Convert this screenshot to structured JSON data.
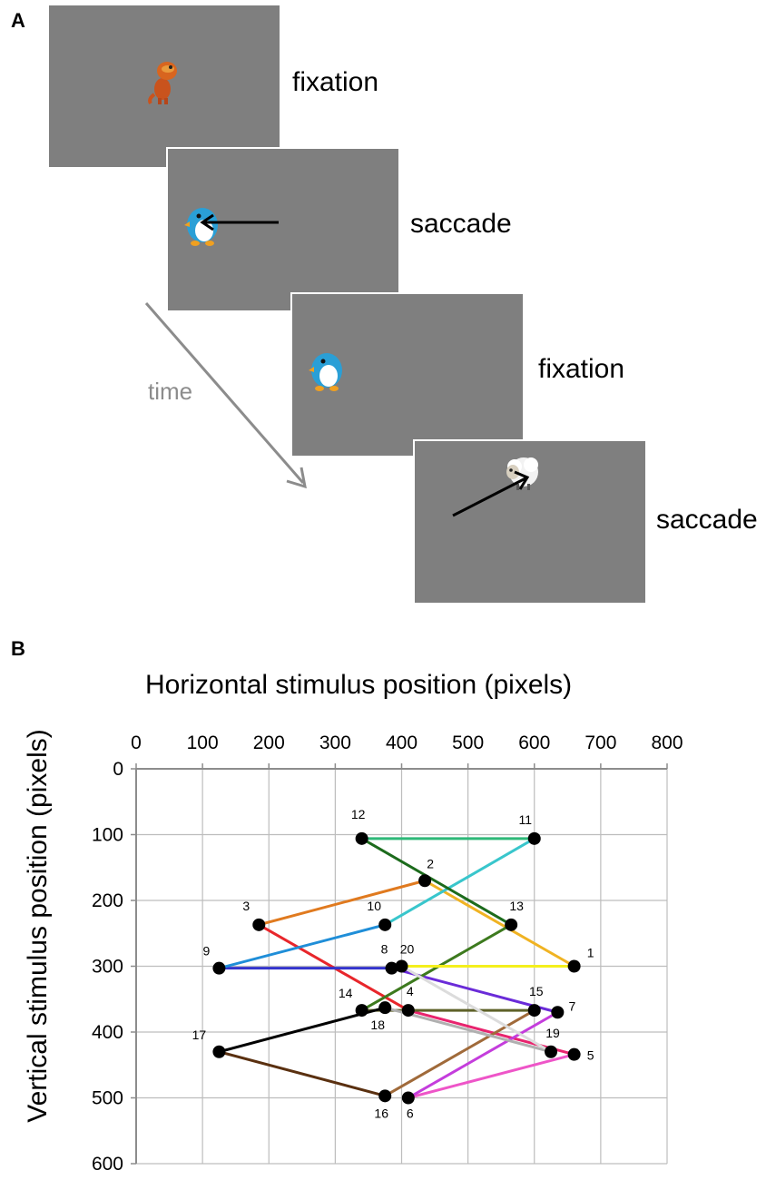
{
  "panel_a": {
    "label": "A",
    "frames": [
      {
        "caption": "fixation",
        "animal": "orange dinosaur",
        "arrow": "none"
      },
      {
        "caption": "saccade",
        "animal": "blue penguin",
        "arrow": "leftward"
      },
      {
        "caption": "fixation",
        "animal": "blue penguin",
        "arrow": "none"
      },
      {
        "caption": "saccade",
        "animal": "white sheep",
        "arrow": "up-right"
      }
    ],
    "time_label": "time"
  },
  "panel_b": {
    "label": "B"
  },
  "chart_data": {
    "type": "scatter",
    "title": "",
    "xlabel": "Horizontal stimulus position (pixels)",
    "ylabel": "Vertical stimulus position (pixels)",
    "xlim": [
      0,
      800
    ],
    "ylim": [
      600,
      0
    ],
    "x_ticks": [
      0,
      100,
      200,
      300,
      400,
      500,
      600,
      700,
      800
    ],
    "y_ticks": [
      0,
      100,
      200,
      300,
      400,
      500,
      600
    ],
    "grid": true,
    "x_axis_position": "top",
    "points": [
      {
        "id": "1",
        "x": 660,
        "y": 300
      },
      {
        "id": "2",
        "x": 435,
        "y": 170
      },
      {
        "id": "3",
        "x": 185,
        "y": 237
      },
      {
        "id": "4",
        "x": 410,
        "y": 367
      },
      {
        "id": "5",
        "x": 660,
        "y": 434
      },
      {
        "id": "6",
        "x": 410,
        "y": 500
      },
      {
        "id": "7",
        "x": 635,
        "y": 370
      },
      {
        "id": "8",
        "x": 385,
        "y": 303
      },
      {
        "id": "9",
        "x": 125,
        "y": 303
      },
      {
        "id": "10",
        "x": 375,
        "y": 237
      },
      {
        "id": "11",
        "x": 600,
        "y": 106
      },
      {
        "id": "12",
        "x": 340,
        "y": 106
      },
      {
        "id": "13",
        "x": 565,
        "y": 237
      },
      {
        "id": "14",
        "x": 340,
        "y": 367
      },
      {
        "id": "15",
        "x": 600,
        "y": 367
      },
      {
        "id": "16",
        "x": 375,
        "y": 497
      },
      {
        "id": "17",
        "x": 125,
        "y": 430
      },
      {
        "id": "18",
        "x": 375,
        "y": 363
      },
      {
        "id": "19",
        "x": 625,
        "y": 430
      },
      {
        "id": "20",
        "x": 400,
        "y": 300
      }
    ],
    "segments": [
      {
        "from": "1",
        "to": "2",
        "color": "#f0b323"
      },
      {
        "from": "2",
        "to": "3",
        "color": "#e07a1f"
      },
      {
        "from": "3",
        "to": "4",
        "color": "#e8262b"
      },
      {
        "from": "4",
        "to": "5",
        "color": "#e8246e"
      },
      {
        "from": "5",
        "to": "6",
        "color": "#ee55c8"
      },
      {
        "from": "6",
        "to": "7",
        "color": "#c43ddc"
      },
      {
        "from": "7",
        "to": "8",
        "color": "#6a2bd8"
      },
      {
        "from": "8",
        "to": "9",
        "color": "#3333cc"
      },
      {
        "from": "9",
        "to": "10",
        "color": "#1f8ed8"
      },
      {
        "from": "10",
        "to": "11",
        "color": "#39c6cc"
      },
      {
        "from": "11",
        "to": "12",
        "color": "#2db878"
      },
      {
        "from": "12",
        "to": "13",
        "color": "#1c6b1c"
      },
      {
        "from": "13",
        "to": "14",
        "color": "#3d7a1e"
      },
      {
        "from": "14",
        "to": "15",
        "color": "#5e6128"
      },
      {
        "from": "15",
        "to": "16",
        "color": "#a06a3a"
      },
      {
        "from": "16",
        "to": "17",
        "color": "#5a3010"
      },
      {
        "from": "17",
        "to": "18",
        "color": "#000000"
      },
      {
        "from": "18",
        "to": "19",
        "color": "#b0b0b0"
      },
      {
        "from": "19",
        "to": "20",
        "color": "#dcdcdc"
      },
      {
        "from": "20",
        "to": "1",
        "color": "#f4ef1c"
      }
    ]
  }
}
